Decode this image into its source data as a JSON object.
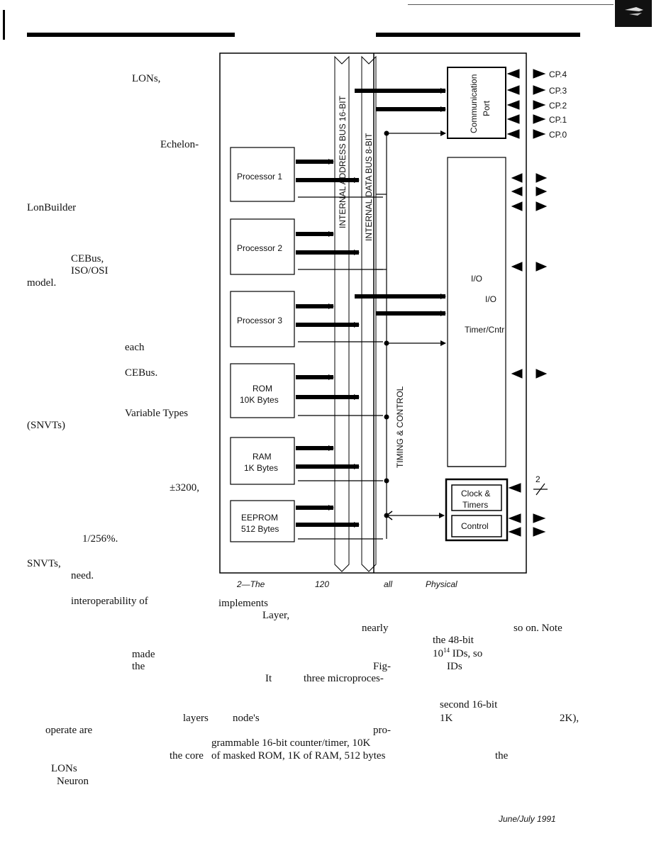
{
  "left_column_fragments": [
    "LONs,",
    "Echelon-",
    "LonBuilder",
    "CEBus,",
    "ISO/OSI",
    "model.",
    "each",
    "CEBus.",
    "Variable Types",
    "(SNVTs)",
    "±3200,",
    "1/256%.",
    "SNVTs,",
    "need.",
    "interoperability of",
    "made",
    "the",
    "layers",
    "operate are",
    "the core",
    "LONs",
    "Neuron"
  ],
  "figure": {
    "bus_labels": {
      "address": "INTERNAL ADDRESS BUS 16-BIT",
      "data": "INTERNAL DATA BUS 8-BIT",
      "timing": "TIMING & CONTROL"
    },
    "blocks": [
      {
        "line1": "Processor 1",
        "line2": ""
      },
      {
        "line1": "Processor 2",
        "line2": ""
      },
      {
        "line1": "Processor 3",
        "line2": ""
      },
      {
        "line1": "ROM",
        "line2": "10K Bytes"
      },
      {
        "line1": "RAM",
        "line2": "1K Bytes"
      },
      {
        "line1": "EEPROM",
        "line2": "512 Bytes"
      }
    ],
    "comm_port": {
      "line1": "Communication",
      "line2": "Port"
    },
    "cp_labels": [
      "CP.4",
      "CP.3",
      "CP.2",
      "CP.1",
      "CP.0"
    ],
    "io_labels": [
      "I/O",
      "I/O",
      "Timer/Cntr"
    ],
    "clock_label": [
      "Clock &",
      "Timers"
    ],
    "control_label": "Control",
    "bus_width": "2",
    "caption_fragments": [
      "2—The",
      "120",
      "all",
      "Physical"
    ]
  },
  "bottom_text_fragments": {
    "mid_col": [
      "implements",
      "Layer,",
      "nearly",
      "Fig-",
      "It",
      "three microproces-",
      "node's",
      "pro-",
      "grammable 16-bit counter/timer, 10K",
      "of masked ROM, 1K of RAM, 512 bytes"
    ],
    "right_col": [
      "so on. Note",
      "the 48-bit",
      "IDs, so",
      "IDs",
      "second 16-bit",
      "1K",
      "2K),",
      "the"
    ],
    "superscript": "14",
    "id_prefix": "10"
  },
  "footer": {
    "date": "June/July 1991"
  }
}
